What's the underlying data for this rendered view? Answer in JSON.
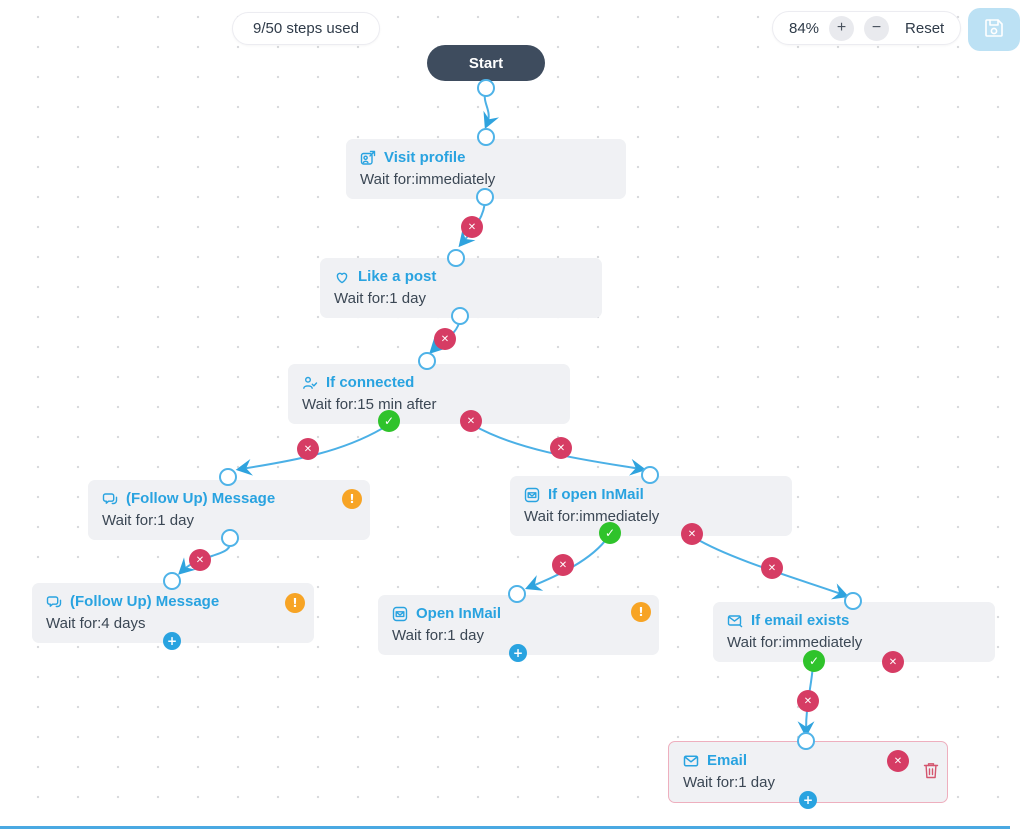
{
  "toolbar": {
    "steps_used": "9/50 steps used",
    "zoom": {
      "level": "84%",
      "zoom_in": "+",
      "zoom_out": "−",
      "reset": "Reset"
    },
    "save_icon": "floppy-disk"
  },
  "flow": {
    "start_label": "Start",
    "nodes": [
      {
        "id": "visit-profile",
        "icon": "profile-visit-icon",
        "title": "Visit profile",
        "wait": "Wait for:immediately"
      },
      {
        "id": "like-a-post",
        "icon": "heart-icon",
        "title": "Like a post",
        "wait": "Wait for:1 day"
      },
      {
        "id": "if-connected",
        "icon": "person-check-icon",
        "title": "If connected",
        "wait": "Wait for:15 min after"
      },
      {
        "id": "follow-up-message-1",
        "icon": "chat-bubbles-icon",
        "title": "(Follow Up) Message",
        "wait": "Wait for:1 day",
        "warning": true
      },
      {
        "id": "if-open-inmail",
        "icon": "inmail-icon",
        "title": "If open InMail",
        "wait": "Wait for:immediately"
      },
      {
        "id": "follow-up-message-2",
        "icon": "chat-bubbles-icon",
        "title": "(Follow Up) Message",
        "wait": "Wait for:4 days",
        "warning": true,
        "add": true
      },
      {
        "id": "open-inmail",
        "icon": "inmail-icon",
        "title": "Open InMail",
        "wait": "Wait for:1 day",
        "warning": true,
        "add": true
      },
      {
        "id": "if-email-exists",
        "icon": "email-check-icon",
        "title": "If email exists",
        "wait": "Wait for:immediately"
      },
      {
        "id": "email",
        "icon": "envelope-icon",
        "title": "Email",
        "wait": "Wait for:1 day",
        "selected": true,
        "add": true
      }
    ],
    "badge_glyphs": {
      "close": "✕",
      "check": "✓",
      "warning": "!",
      "add": "+"
    }
  },
  "colors": {
    "accent_blue": "#29a3e0",
    "wire_blue": "#4bb0e6",
    "danger_red": "#d63c64",
    "success_green": "#2fc32b",
    "warning_orange": "#f7a425",
    "node_bg": "#f0f1f4",
    "start_bg": "#3e4c5e",
    "selected_border": "#eeafbe",
    "save_btn_bg": "#bce1f4",
    "text_dark": "#3b4754"
  }
}
